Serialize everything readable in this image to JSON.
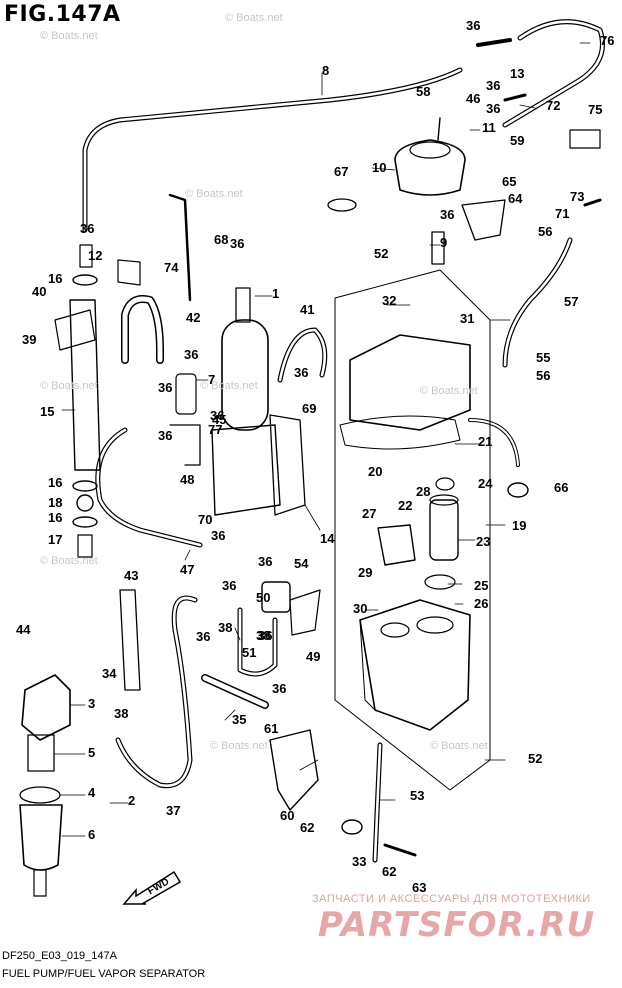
{
  "title": "FIG.147A",
  "watermark": "© Boats.net",
  "fwd_label": "FWD",
  "vendor_line": "ЗАПЧАСТИ И АКСЕССУАРЫ ДЛЯ МОТОТЕХНИКИ",
  "vendor_logo": "PARTSFOR.RU",
  "figure_code": "DF250_E03_019_147A",
  "caption": "FUEL PUMP/FUEL VAPOR SEPARATOR",
  "callouts": [
    {
      "label": "1"
    },
    {
      "label": "2"
    },
    {
      "label": "3"
    },
    {
      "label": "4"
    },
    {
      "label": "5"
    },
    {
      "label": "6"
    },
    {
      "label": "7"
    },
    {
      "label": "8"
    },
    {
      "label": "9"
    },
    {
      "label": "10"
    },
    {
      "label": "11"
    },
    {
      "label": "12"
    },
    {
      "label": "13"
    },
    {
      "label": "14"
    },
    {
      "label": "15"
    },
    {
      "label": "16"
    },
    {
      "label": "16"
    },
    {
      "label": "16"
    },
    {
      "label": "17"
    },
    {
      "label": "18"
    },
    {
      "label": "19"
    },
    {
      "label": "20"
    },
    {
      "label": "21"
    },
    {
      "label": "22"
    },
    {
      "label": "23"
    },
    {
      "label": "24"
    },
    {
      "label": "25"
    },
    {
      "label": "26"
    },
    {
      "label": "27"
    },
    {
      "label": "28"
    },
    {
      "label": "29"
    },
    {
      "label": "30"
    },
    {
      "label": "31"
    },
    {
      "label": "32"
    },
    {
      "label": "33"
    },
    {
      "label": "34"
    },
    {
      "label": "35"
    },
    {
      "label": "36"
    },
    {
      "label": "36"
    },
    {
      "label": "36"
    },
    {
      "label": "36"
    },
    {
      "label": "36"
    },
    {
      "label": "36"
    },
    {
      "label": "36"
    },
    {
      "label": "36"
    },
    {
      "label": "36"
    },
    {
      "label": "36"
    },
    {
      "label": "36"
    },
    {
      "label": "36"
    },
    {
      "label": "36"
    },
    {
      "label": "36"
    },
    {
      "label": "36"
    },
    {
      "label": "36"
    },
    {
      "label": "36"
    },
    {
      "label": "37"
    },
    {
      "label": "38"
    },
    {
      "label": "38"
    },
    {
      "label": "38"
    },
    {
      "label": "39"
    },
    {
      "label": "40"
    },
    {
      "label": "41"
    },
    {
      "label": "42"
    },
    {
      "label": "43"
    },
    {
      "label": "44"
    },
    {
      "label": "45"
    },
    {
      "label": "46"
    },
    {
      "label": "47"
    },
    {
      "label": "48"
    },
    {
      "label": "49"
    },
    {
      "label": "50"
    },
    {
      "label": "51"
    },
    {
      "label": "52"
    },
    {
      "label": "52"
    },
    {
      "label": "53"
    },
    {
      "label": "54"
    },
    {
      "label": "55"
    },
    {
      "label": "56"
    },
    {
      "label": "56"
    },
    {
      "label": "57"
    },
    {
      "label": "58"
    },
    {
      "label": "59"
    },
    {
      "label": "60"
    },
    {
      "label": "61"
    },
    {
      "label": "62"
    },
    {
      "label": "62"
    },
    {
      "label": "63"
    },
    {
      "label": "64"
    },
    {
      "label": "65"
    },
    {
      "label": "66"
    },
    {
      "label": "67"
    },
    {
      "label": "68"
    },
    {
      "label": "69"
    },
    {
      "label": "70"
    },
    {
      "label": "71"
    },
    {
      "label": "72"
    },
    {
      "label": "73"
    },
    {
      "label": "74"
    },
    {
      "label": "75"
    },
    {
      "label": "76"
    },
    {
      "label": "77"
    }
  ]
}
